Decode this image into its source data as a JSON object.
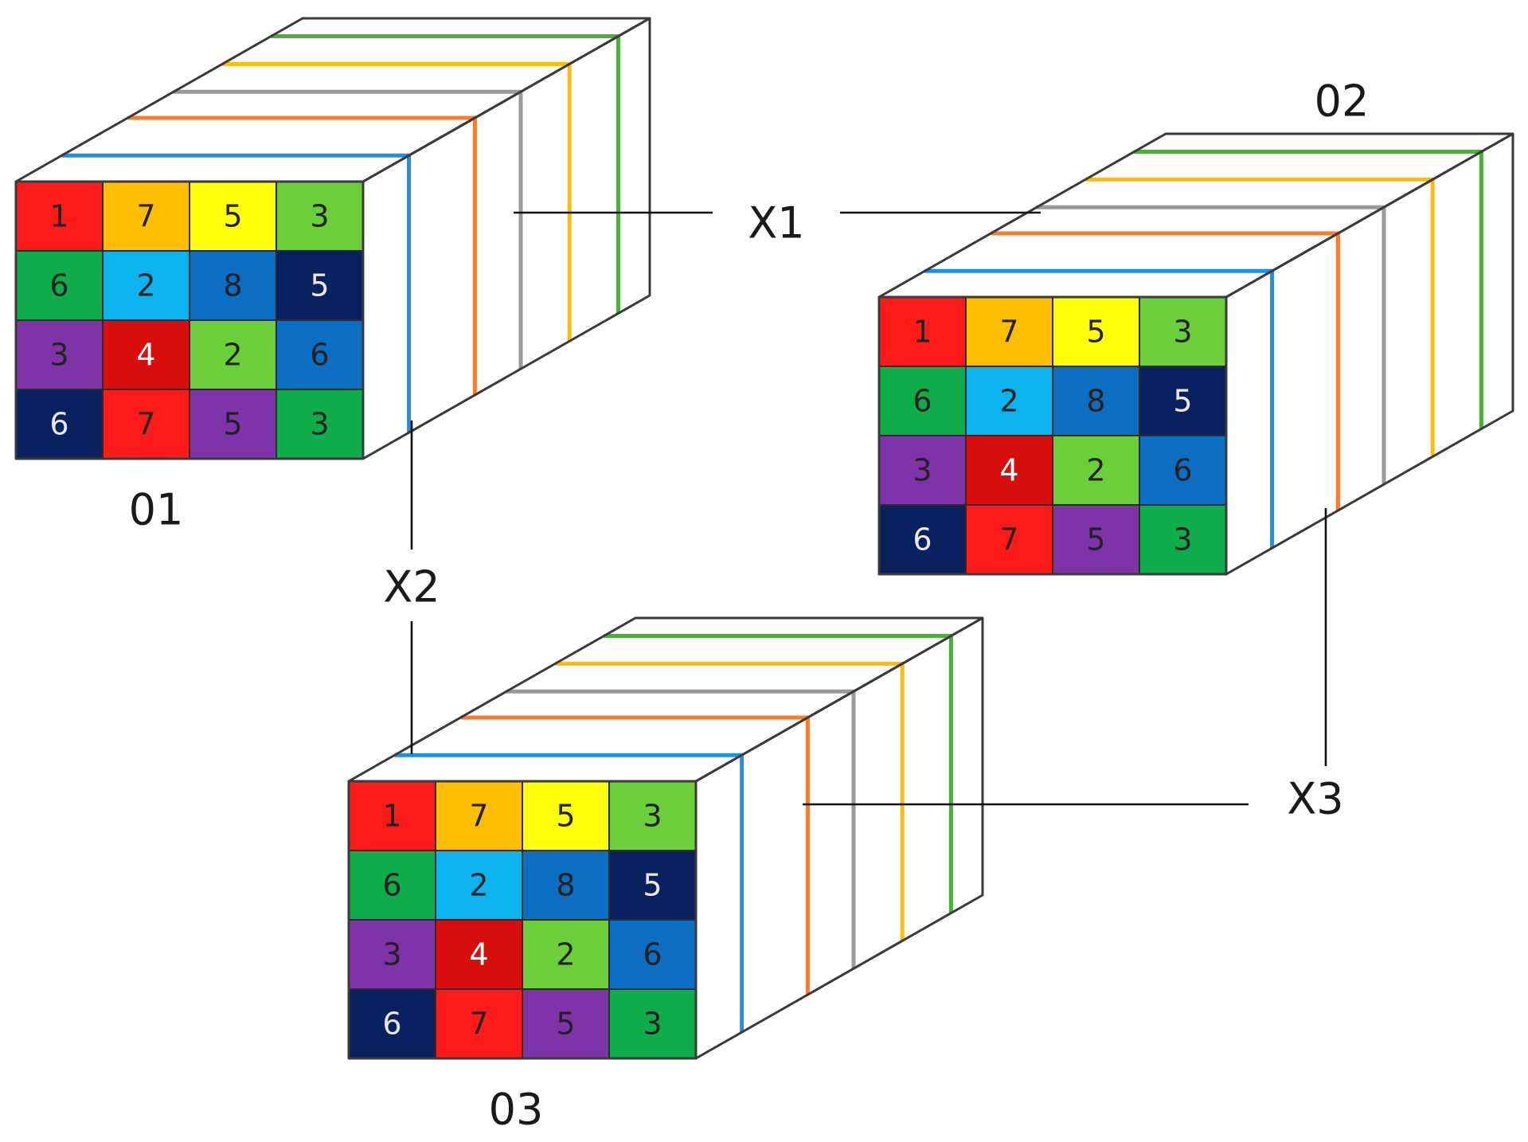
{
  "cubes": [
    {
      "id": "01",
      "label": "01",
      "grid": [
        [
          {
            "v": "1",
            "c": "#ff1a1a",
            "t": "#222222"
          },
          {
            "v": "7",
            "c": "#ffbf00",
            "t": "#222222"
          },
          {
            "v": "5",
            "c": "#ffff0a",
            "t": "#222222"
          },
          {
            "v": "3",
            "c": "#6ccf3a",
            "t": "#222222"
          }
        ],
        [
          {
            "v": "6",
            "c": "#0ead4a",
            "t": "#222222"
          },
          {
            "v": "2",
            "c": "#0cb4ef",
            "t": "#222222"
          },
          {
            "v": "8",
            "c": "#0b6ec2",
            "t": "#222222"
          },
          {
            "v": "5",
            "c": "#0a2160",
            "t": "#e8e8e8"
          }
        ],
        [
          {
            "v": "3",
            "c": "#7f33a8",
            "t": "#222222"
          },
          {
            "v": "4",
            "c": "#d80d0d",
            "t": "#ffffff"
          },
          {
            "v": "2",
            "c": "#6ccf3a",
            "t": "#222222"
          },
          {
            "v": "6",
            "c": "#0b6ec2",
            "t": "#222222"
          }
        ],
        [
          {
            "v": "6",
            "c": "#0a2160",
            "t": "#e8e8e8"
          },
          {
            "v": "7",
            "c": "#ff1a1a",
            "t": "#222222"
          },
          {
            "v": "5",
            "c": "#7f33a8",
            "t": "#222222"
          },
          {
            "v": "3",
            "c": "#0ead4a",
            "t": "#222222"
          }
        ]
      ]
    },
    {
      "id": "02",
      "label": "02",
      "grid": [
        [
          {
            "v": "1",
            "c": "#ff1a1a",
            "t": "#222222"
          },
          {
            "v": "7",
            "c": "#ffbf00",
            "t": "#222222"
          },
          {
            "v": "5",
            "c": "#ffff0a",
            "t": "#222222"
          },
          {
            "v": "3",
            "c": "#6ccf3a",
            "t": "#222222"
          }
        ],
        [
          {
            "v": "6",
            "c": "#0ead4a",
            "t": "#222222"
          },
          {
            "v": "2",
            "c": "#0cb4ef",
            "t": "#222222"
          },
          {
            "v": "8",
            "c": "#0b6ec2",
            "t": "#222222"
          },
          {
            "v": "5",
            "c": "#0a2160",
            "t": "#e8e8e8"
          }
        ],
        [
          {
            "v": "3",
            "c": "#7f33a8",
            "t": "#222222"
          },
          {
            "v": "4",
            "c": "#d80d0d",
            "t": "#ffffff"
          },
          {
            "v": "2",
            "c": "#6ccf3a",
            "t": "#222222"
          },
          {
            "v": "6",
            "c": "#0b6ec2",
            "t": "#222222"
          }
        ],
        [
          {
            "v": "6",
            "c": "#0a2160",
            "t": "#e8e8e8"
          },
          {
            "v": "7",
            "c": "#ff1a1a",
            "t": "#222222"
          },
          {
            "v": "5",
            "c": "#7f33a8",
            "t": "#222222"
          },
          {
            "v": "3",
            "c": "#0ead4a",
            "t": "#222222"
          }
        ]
      ]
    },
    {
      "id": "03",
      "label": "03",
      "grid": [
        [
          {
            "v": "1",
            "c": "#ff1a1a",
            "t": "#222222"
          },
          {
            "v": "7",
            "c": "#ffbf00",
            "t": "#222222"
          },
          {
            "v": "5",
            "c": "#ffff0a",
            "t": "#222222"
          },
          {
            "v": "3",
            "c": "#6ccf3a",
            "t": "#222222"
          }
        ],
        [
          {
            "v": "6",
            "c": "#0ead4a",
            "t": "#222222"
          },
          {
            "v": "2",
            "c": "#0cb4ef",
            "t": "#222222"
          },
          {
            "v": "8",
            "c": "#0b6ec2",
            "t": "#222222"
          },
          {
            "v": "5",
            "c": "#0a2160",
            "t": "#e8e8e8"
          }
        ],
        [
          {
            "v": "3",
            "c": "#7f33a8",
            "t": "#222222"
          },
          {
            "v": "4",
            "c": "#d80d0d",
            "t": "#ffffff"
          },
          {
            "v": "2",
            "c": "#6ccf3a",
            "t": "#222222"
          },
          {
            "v": "6",
            "c": "#0b6ec2",
            "t": "#222222"
          }
        ],
        [
          {
            "v": "6",
            "c": "#0a2160",
            "t": "#e8e8e8"
          },
          {
            "v": "7",
            "c": "#ff1a1a",
            "t": "#222222"
          },
          {
            "v": "5",
            "c": "#7f33a8",
            "t": "#222222"
          },
          {
            "v": "3",
            "c": "#0ead4a",
            "t": "#222222"
          }
        ]
      ]
    }
  ],
  "band_colors": [
    "#1e90e0",
    "#ff7a30",
    "#9a9a9a",
    "#ffbf00",
    "#4caf3a"
  ],
  "connectors": [
    {
      "id": "x1",
      "label": "X1"
    },
    {
      "id": "x2",
      "label": "X2"
    },
    {
      "id": "x3",
      "label": "X3"
    }
  ]
}
